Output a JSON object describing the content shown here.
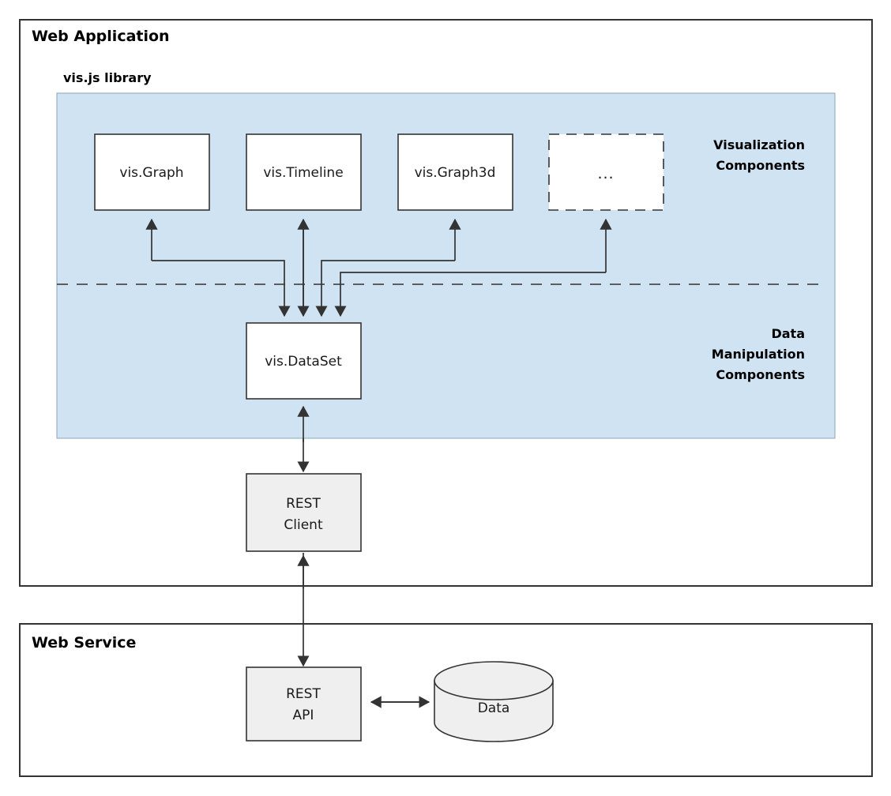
{
  "diagram": {
    "title_web_application": "Web Application",
    "title_web_service": "Web Service",
    "panel_title": "vis.js library",
    "group_labels": {
      "visualization": [
        "Visualization",
        "Components"
      ],
      "data_manipulation": [
        "Data",
        "Manipulation",
        "Components"
      ]
    },
    "components": [
      {
        "id": "vis-graph",
        "label": "vis.Graph",
        "style": "solid"
      },
      {
        "id": "vis-timeline",
        "label": "vis.Timeline",
        "style": "solid"
      },
      {
        "id": "vis-graph3d",
        "label": "vis.Graph3d",
        "style": "solid"
      },
      {
        "id": "vis-more",
        "label": "...",
        "style": "dashed"
      }
    ],
    "dataset": {
      "label": "vis.DataSet"
    },
    "rest_client": {
      "line1": "REST",
      "line2": "Client"
    },
    "rest_api": {
      "line1": "REST",
      "line2": "API"
    },
    "database": {
      "label": "Data"
    },
    "colors": {
      "panel_fill": "#cfe3f2",
      "box_fill": "#ffffff",
      "gray_fill": "#efefef",
      "stroke": "#333333",
      "background": "#ffffff"
    }
  }
}
